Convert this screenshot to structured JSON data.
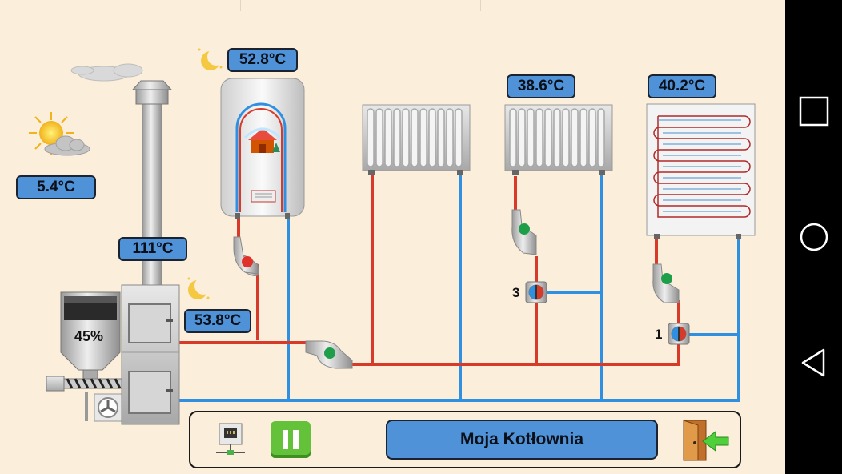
{
  "sensors": {
    "outdoor": "5.4°C",
    "flue": "111°C",
    "tank": "52.8°C",
    "boiler": "53.8°C",
    "radiator2": "38.6°C",
    "floor": "40.2°C"
  },
  "hopper": {
    "fill_label": "45%",
    "fill_level": 0.45
  },
  "valves": {
    "valve3_label": "3",
    "valve1_label": "1"
  },
  "bottom_bar": {
    "title": "Moja Kotłownia"
  },
  "colors": {
    "background": "#fbeedb",
    "display": "#4f92d8",
    "supply_pipe": "#d83a2a",
    "return_pipe": "#2f8fe0",
    "pump_on": "#1f9e4a",
    "pump_off": "#e0312a",
    "pause_button": "#63c23a"
  },
  "icons": [
    "sun-cloud-icon",
    "moon-icon",
    "network-icon",
    "pause-icon",
    "exit-door-icon",
    "square-nav-icon",
    "circle-nav-icon",
    "triangle-back-icon"
  ]
}
